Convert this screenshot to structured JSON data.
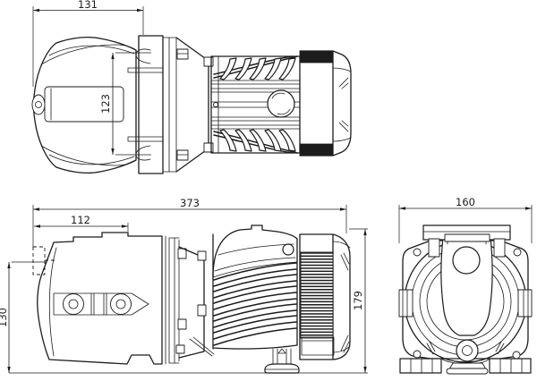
{
  "drawing": {
    "background_color": "#ffffff",
    "line_color": "#1c1c1c",
    "views": [
      {
        "id": "top-view",
        "dimension_labels": [
          "131",
          "123"
        ]
      },
      {
        "id": "side-view",
        "dimension_labels": [
          "373",
          "112",
          "130",
          "179"
        ]
      },
      {
        "id": "end-view",
        "dimension_labels": [
          "160"
        ]
      }
    ]
  },
  "dim_labels": {
    "top_width": "131",
    "top_bracket_span": "123",
    "overall_length": "373",
    "pump_body_length": "112",
    "inlet_height": "130",
    "overall_height": "179",
    "end_width": "160"
  }
}
